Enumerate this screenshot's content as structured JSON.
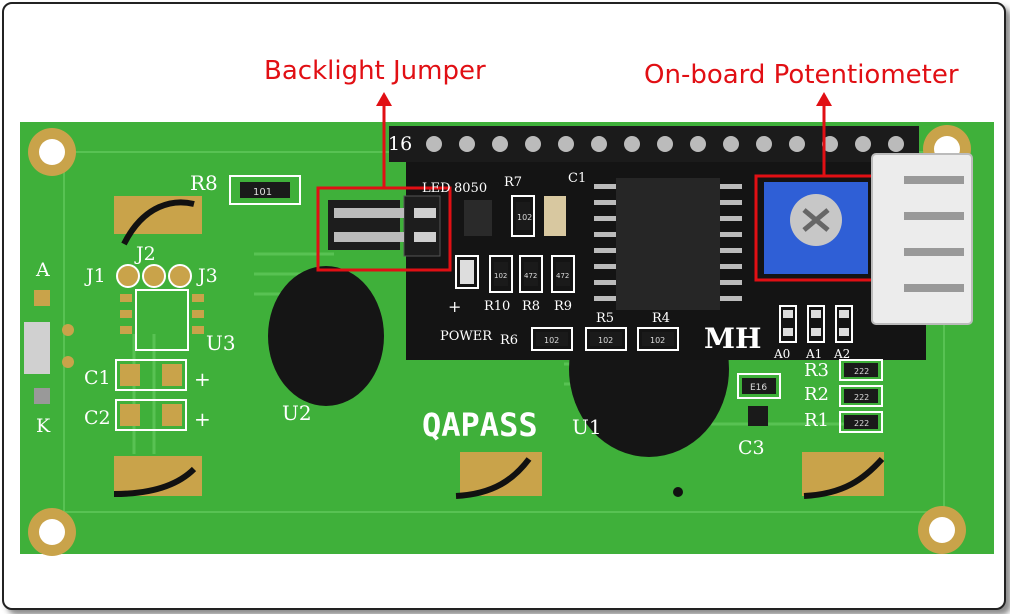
{
  "callouts": {
    "backlight": "Backlight Jumper",
    "pot": "On-board Potentiometer"
  },
  "silkscreen": {
    "r8": "R8",
    "j1": "J1",
    "j2": "J2",
    "j3": "J3",
    "u3": "U3",
    "c1": "C1",
    "c2": "C2",
    "plus1": "+",
    "plus2": "+",
    "a": "A",
    "k": "K",
    "u2": "U2",
    "brand": "QAPASS",
    "u1": "U1",
    "pin16": "16",
    "led": "LED",
    "t8050": "8050",
    "r7": "R7",
    "c1b": "C1",
    "r10": "R10",
    "r8b": "R8",
    "r9": "R9",
    "r5": "R5",
    "r4": "R4",
    "r6": "R6",
    "power_plus": "+",
    "power": "POWER",
    "mh": "MH",
    "a0": "A0",
    "a1": "A1",
    "a2": "A2",
    "r3": "R3",
    "r2": "R2",
    "r1": "R1",
    "c3": "C3"
  },
  "smd_codes": {
    "r8_code": "101",
    "r7_code": "102",
    "r10_code": "102",
    "r8b_code": "472",
    "r9_code": "472",
    "r6_code": "102",
    "r5_code": "102",
    "r4_code": "102",
    "r3_code": "222",
    "r2_code": "222",
    "r1_code": "222",
    "c3_code": "E16"
  },
  "colors": {
    "pcb_green": "#3fb03a",
    "module_black": "#141414",
    "callout_red": "#e10f14",
    "pot_blue": "#2f5fd6",
    "gold": "#c9a34a"
  }
}
